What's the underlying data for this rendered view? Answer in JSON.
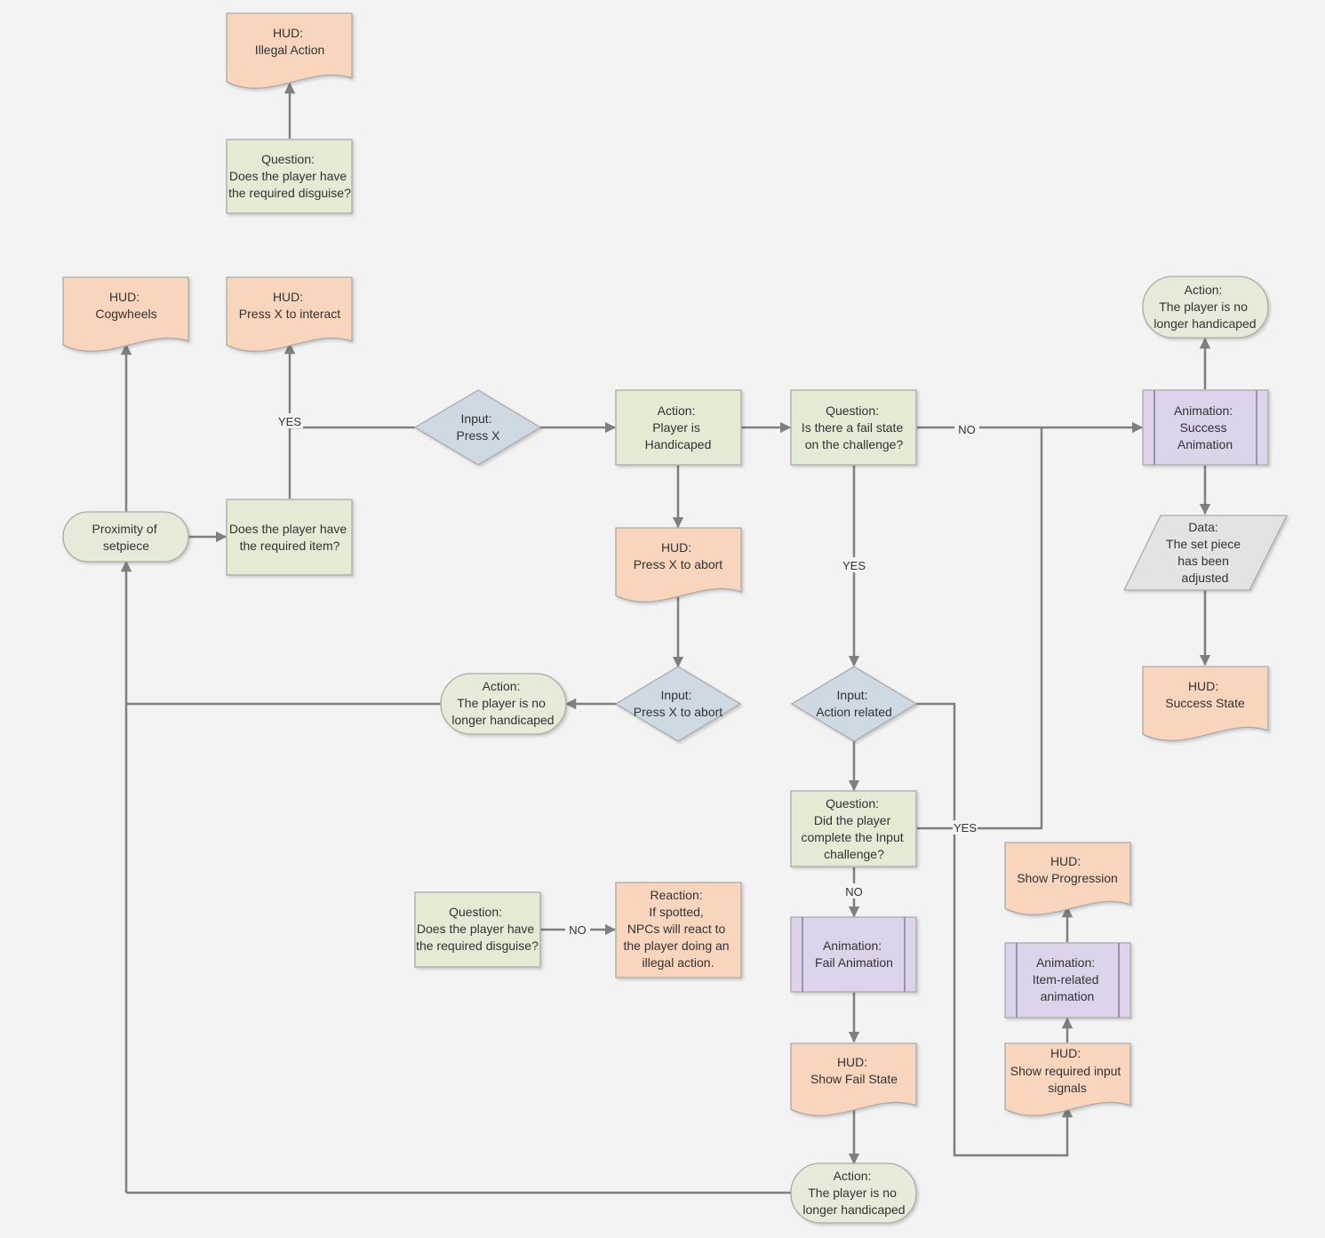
{
  "colors": {
    "hud": "#f9d5bd",
    "question": "#e3ebd4",
    "action": "#e3ebd4",
    "terminator": "#e6ebd9",
    "input": "#cfd9e4",
    "animation": "#ddd3ea",
    "data": "#e3e3e3",
    "edge": "#7f7f7f"
  },
  "nodes": {
    "hud_illegal_action": [
      "HUD:",
      "Illegal Action"
    ],
    "q_disguise_top": [
      "Question:",
      "Does the player have",
      "the required disguise?"
    ],
    "hud_cogwheels": [
      "HUD:",
      "Cogwheels"
    ],
    "hud_press_x_interact": [
      "HUD:",
      "Press X to interact"
    ],
    "proximity_setpiece": [
      "Proximity of",
      "setpiece"
    ],
    "q_required_item": [
      "Does the player have",
      "the required item?"
    ],
    "input_press_x": [
      "Input:",
      "Press X"
    ],
    "action_player_handicaped": [
      "Action:",
      "Player is",
      "Handicaped"
    ],
    "q_fail_state": [
      "Question:",
      "Is there a fail state",
      "on the challenge?"
    ],
    "action_no_longer_top_right": [
      "Action:",
      "The player is no",
      "longer handicaped"
    ],
    "anim_success": [
      "Animation:",
      "Success",
      "Animation"
    ],
    "data_set_piece": [
      "Data:",
      "The set piece",
      "has been",
      "adjusted"
    ],
    "hud_success_state": [
      "HUD:",
      "Success State"
    ],
    "hud_press_x_abort": [
      "HUD:",
      "Press X to abort"
    ],
    "input_press_x_abort": [
      "Input:",
      "Press X to abort"
    ],
    "action_no_longer_mid": [
      "Action:",
      "The player is no",
      "longer handicaped"
    ],
    "input_action_related": [
      "Input:",
      "Action related"
    ],
    "q_complete_input": [
      "Question:",
      "Did the player",
      "complete the Input",
      "challenge?"
    ],
    "hud_show_progression": [
      "HUD:",
      "Show Progression"
    ],
    "anim_item_related": [
      "Animation:",
      "Item-related",
      "animation"
    ],
    "hud_required_input": [
      "HUD:",
      "Show required input",
      "signals"
    ],
    "q_disguise_bottom": [
      "Question:",
      "Does the player have",
      "the required disguise?"
    ],
    "reaction_npcs": [
      "Reaction:",
      "If spotted,",
      "NPCs will react to",
      "the player doing an",
      "illegal action."
    ],
    "anim_fail": [
      "Animation:",
      "Fail Animation"
    ],
    "hud_show_fail_state": [
      "HUD:",
      "Show Fail State"
    ],
    "action_no_longer_bottom": [
      "Action:",
      "The player is no",
      "longer handicaped"
    ]
  },
  "edge_labels": {
    "yes_item": "YES",
    "no_fail_state": "NO",
    "yes_fail_state": "YES",
    "yes_complete": "YES",
    "no_complete": "NO",
    "no_disguise": "NO"
  }
}
